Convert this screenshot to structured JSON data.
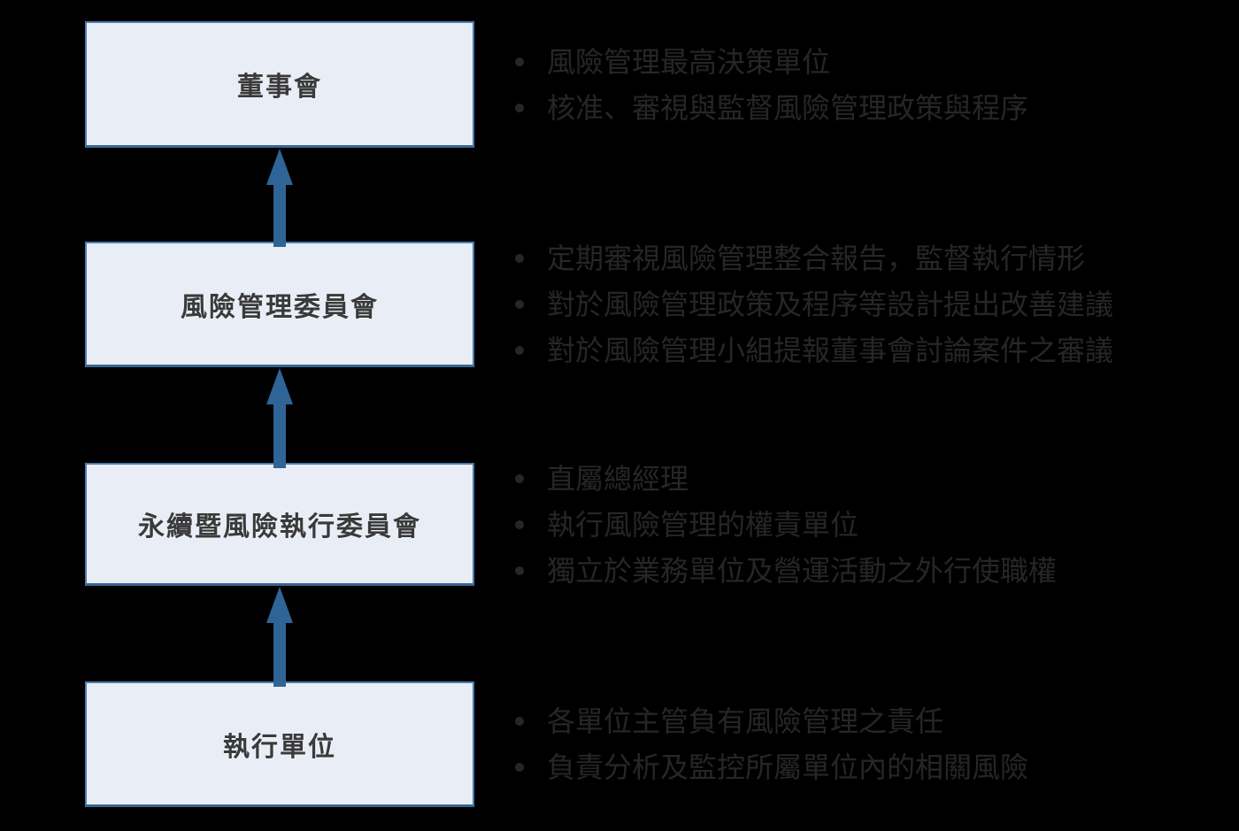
{
  "diagram": {
    "description": "risk-management-governance-hierarchy",
    "colors": {
      "background": "#000000",
      "box_fill": "#e8edf6",
      "box_border": "#4a7cae",
      "arrow": "#2f6496",
      "title_text": "#3a3a3a",
      "bullet_text": "#262626"
    },
    "rows": [
      {
        "title": "董事會",
        "bullets": [
          "風險管理最高決策單位",
          "核准、審視與監督風險管理政策與程序"
        ]
      },
      {
        "title": "風險管理委員會",
        "bullets": [
          "定期審視風險管理整合報告，監督執行情形",
          "對於風險管理政策及程序等設計提出改善建議",
          "對於風險管理小組提報董事會討論案件之審議"
        ]
      },
      {
        "title": "永續暨風險執行委員會",
        "bullets": [
          "直屬總經理",
          "執行風險管理的權責單位",
          "獨立於業務單位及營運活動之外行使職權"
        ]
      },
      {
        "title": "執行單位",
        "bullets": [
          "各單位主管負有風險管理之責任",
          "負責分析及監控所屬單位內的相關風險"
        ]
      }
    ]
  }
}
